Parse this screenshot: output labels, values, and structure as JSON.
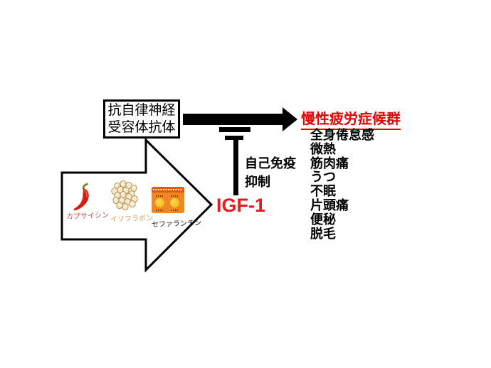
{
  "diagram": {
    "cause_box": {
      "line1": "抗自律神経",
      "line2": "受容体抗体"
    },
    "outcome": {
      "title": "慢性疲労症候群",
      "title_color": "#e60000",
      "symptoms": [
        "全身倦怠感",
        "微熱",
        "筋肉痛",
        "うつ",
        "不眠",
        "片頭痛",
        "便秘",
        "脱毛"
      ]
    },
    "inhibition": {
      "label_line1": "自己免疫",
      "label_line2": "抑制",
      "agent": "IGF-1",
      "agent_color": "#e8191c"
    },
    "supplement_arrow": {
      "items": [
        {
          "name": "カプサイシン",
          "icon": "chili-pepper-icon",
          "label_color": "#c0504d"
        },
        {
          "name": "イソフラボン",
          "icon": "soybeans-icon",
          "label_color": "#cfa45c"
        },
        {
          "name": "セファランチン",
          "icon": "pill-package-icon",
          "label_color": "#151515"
        }
      ]
    },
    "colors": {
      "line_black": "#000000",
      "accent_red": "#e60000",
      "package_orange": "#f28623",
      "package_band": "#e25c0e",
      "pill_yellow": "#edb50e",
      "bean_fill": "#f7ecd2",
      "bean_outline": "#b59351",
      "pepper_red": "#d31f12",
      "background": "#ffffff"
    }
  }
}
